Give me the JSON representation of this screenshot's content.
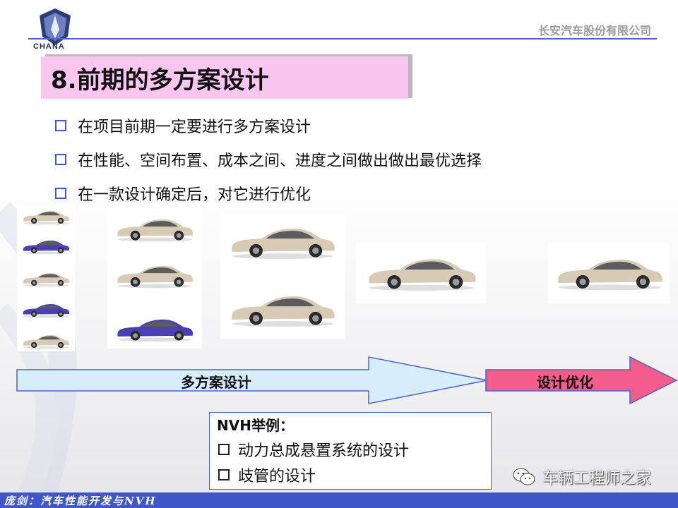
{
  "header": {
    "logo_text": "CHANA",
    "company": "长安汽车股份有限公司"
  },
  "title": "8.前期的多方案设计",
  "bullets": [
    "在项目前期一定要进行多方案设计",
    "在性能、空间布置、成本之间、进度之间做出做出最优选择",
    "在一款设计确定后，对它进行优化"
  ],
  "arrows": {
    "multi_design": "多方案设计",
    "optimize": "设计优化"
  },
  "nvh": {
    "title": "NVH举例：",
    "items": [
      "动力总成悬置系统的设计",
      "歧管的设计"
    ]
  },
  "watermark": "车辆工程师之家",
  "footer": "庞剑：汽车性能开发与NVH",
  "colors": {
    "accent": "#3f57c8",
    "title_bg": "#f9c6ef",
    "arrow_blue": "#d6eefc",
    "arrow_pink": "#f45c8c",
    "car_beige": "#d7cbb5",
    "car_purple": "#4c3fb4"
  }
}
